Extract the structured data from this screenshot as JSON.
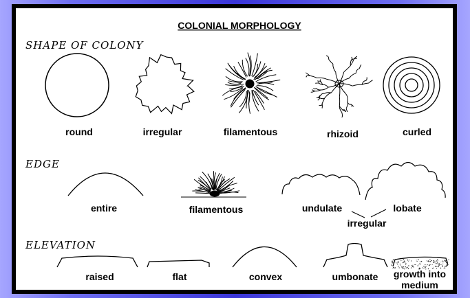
{
  "title": "COLONIAL MORPHOLOGY",
  "sections": {
    "shape": "SHAPE OF COLONY",
    "edge": "EDGE",
    "elevation": "ELEVATION"
  },
  "shape_labels": [
    "round",
    "irregular",
    "filamentous",
    "rhizoid",
    "curled"
  ],
  "edge_labels": [
    "entire",
    "filamentous",
    "undulate",
    "lobate",
    "irregular"
  ],
  "elevation_labels": [
    "raised",
    "flat",
    "convex",
    "umbonate",
    "growth into",
    "medium"
  ]
}
